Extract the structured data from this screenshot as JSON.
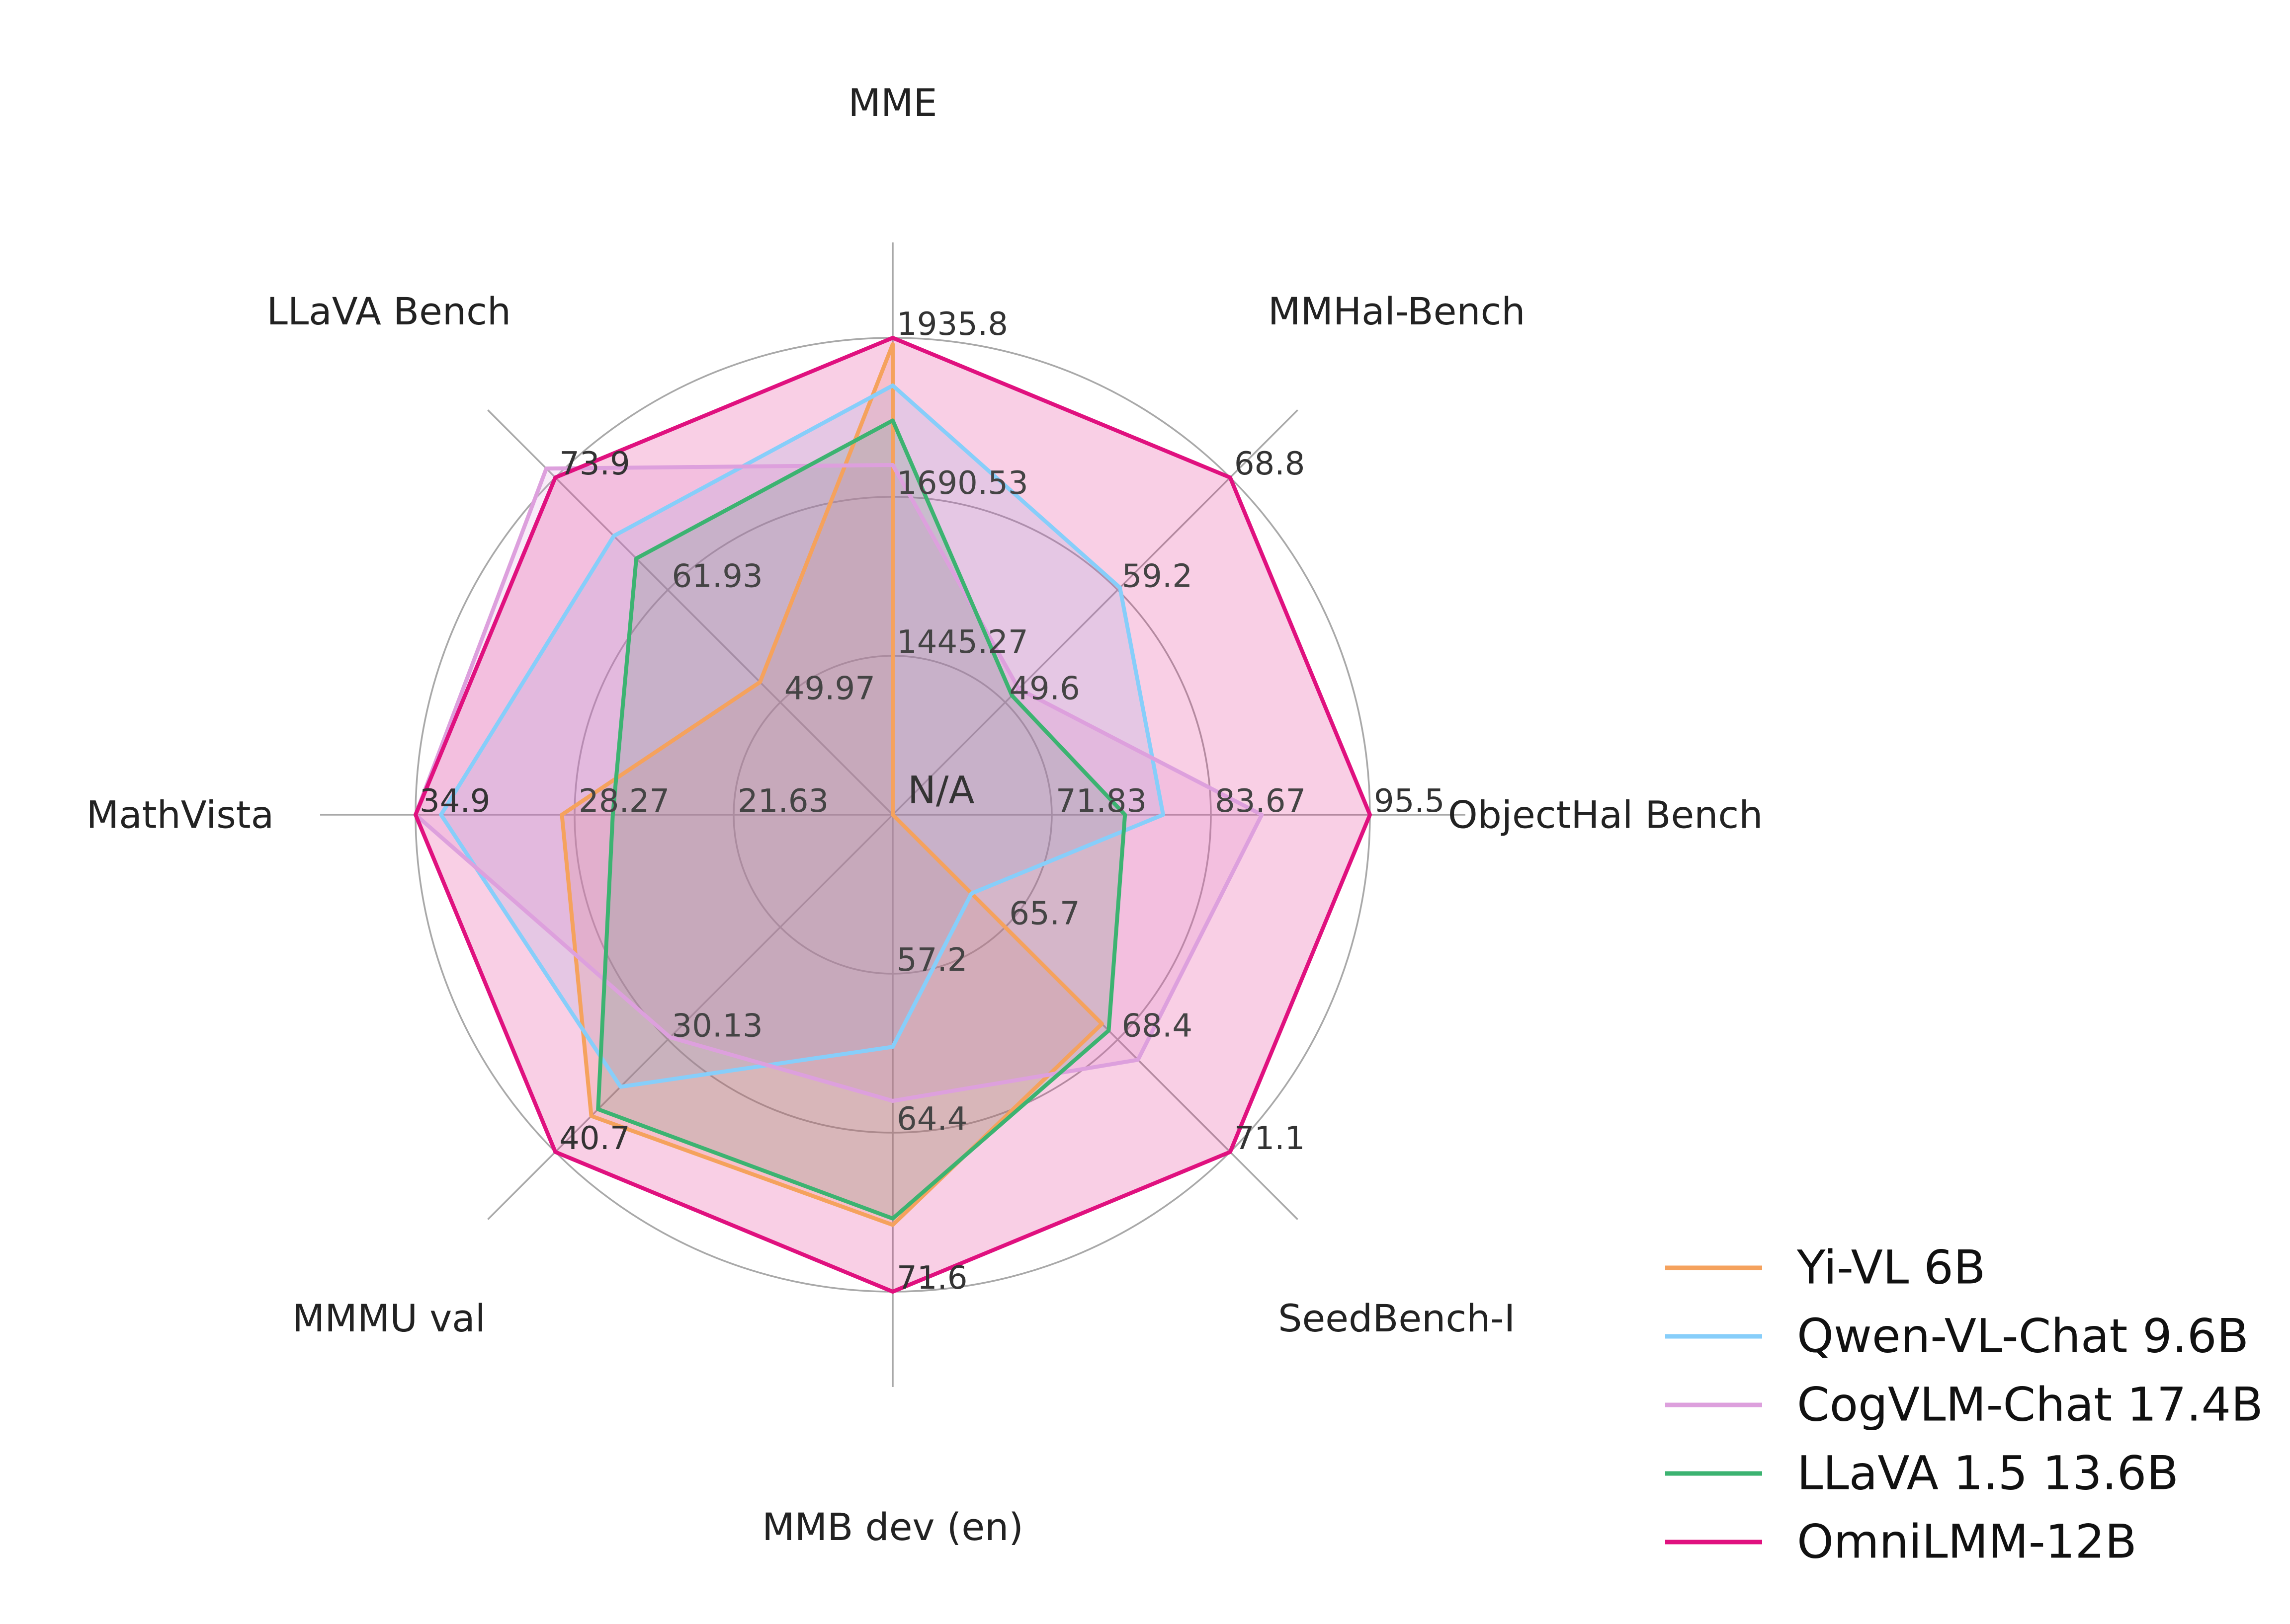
{
  "chart_data": {
    "type": "radar",
    "center_label": "N/A",
    "axes": [
      {
        "name": "MME",
        "ticks": [
          "1445.27",
          "1690.53",
          "1935.8"
        ]
      },
      {
        "name": "MMHal-Bench",
        "ticks": [
          "49.6",
          "59.2",
          "68.8"
        ]
      },
      {
        "name": "ObjectHal Bench",
        "ticks": [
          "71.83",
          "83.67",
          "95.5"
        ]
      },
      {
        "name": "SeedBench-I",
        "ticks": [
          "65.7",
          "68.4",
          "71.1"
        ]
      },
      {
        "name": "MMB dev (en)",
        "ticks": [
          "57.2",
          "64.4",
          "71.6"
        ]
      },
      {
        "name": "MMMU val",
        "ticks": [
          "30.13",
          "40.7"
        ]
      },
      {
        "name": "MathVista",
        "ticks": [
          "21.63",
          "28.27",
          "34.9"
        ]
      },
      {
        "name": "LLaVA Bench",
        "ticks": [
          "49.97",
          "61.93",
          "73.9"
        ]
      }
    ],
    "scale_note": "values normalized: center = 0, outer ring = 1.5 (three rings at 0.5, 1.0, 1.5)",
    "series": [
      {
        "name": "Yi-VL 6B",
        "color": "#f5a25d",
        "values": [
          1.48,
          0.0,
          0.0,
          0.93,
          1.29,
          1.34,
          1.04,
          0.59
        ]
      },
      {
        "name": "Qwen-VL-Chat 9.6B",
        "color": "#87cefa",
        "values": [
          1.35,
          1.01,
          0.85,
          0.35,
          0.73,
          1.21,
          1.42,
          1.24
        ]
      },
      {
        "name": "CogVLM-Chat 17.4B",
        "color": "#dda0dd",
        "values": [
          1.1,
          0.56,
          1.16,
          1.09,
          0.9,
          0.99,
          1.5,
          1.54
        ]
      },
      {
        "name": "LLaVA 1.5 13.6B",
        "color": "#3cb371",
        "values": [
          1.24,
          0.53,
          0.73,
          0.96,
          1.27,
          1.31,
          0.88,
          1.14
        ]
      },
      {
        "name": "OmniLMM-12B",
        "color": "#e0117f",
        "values": [
          1.5,
          1.5,
          1.5,
          1.5,
          1.5,
          1.5,
          1.5,
          1.5
        ]
      }
    ],
    "legend_position": "bottom-right"
  }
}
